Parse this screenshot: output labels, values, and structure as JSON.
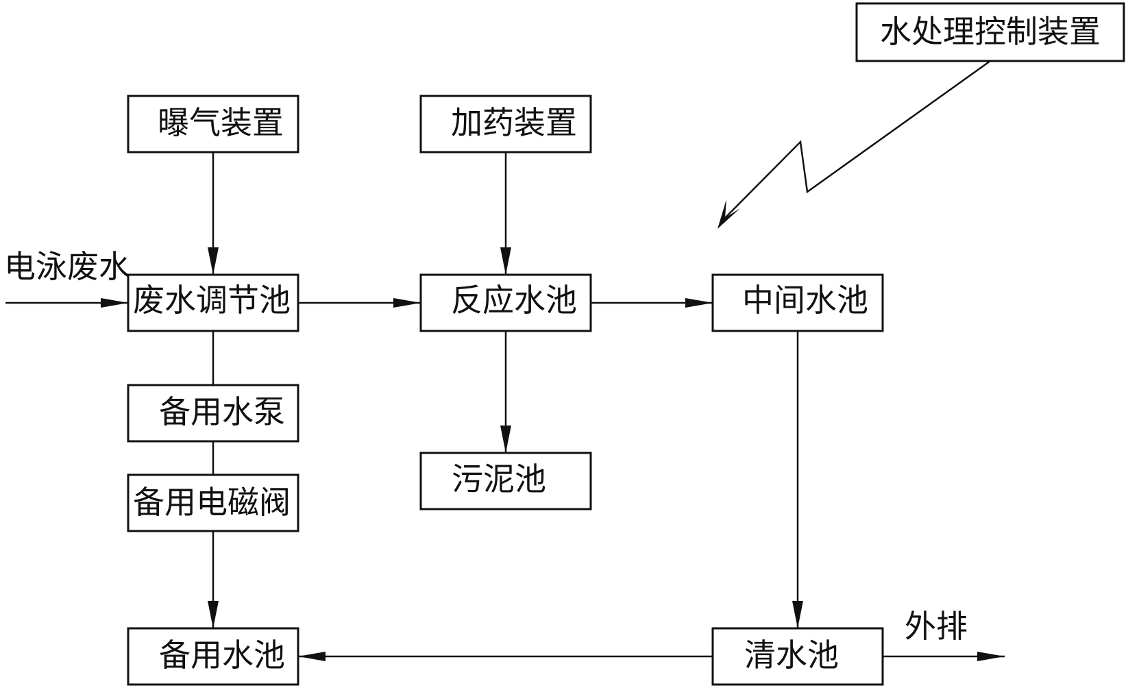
{
  "nodes": {
    "control": "水处理控制装置",
    "aeration": "曝气装置",
    "dosing": "加药装置",
    "regulating_tank": "废水调节池",
    "reaction_tank": "反应水池",
    "intermediate_tank": "中间水池",
    "backup_pump": "备用水泵",
    "backup_valve": "备用电磁阀",
    "sludge_tank": "污泥池",
    "backup_tank": "备用水池",
    "clear_tank": "清水池"
  },
  "edges": {
    "inflow": "电泳废水",
    "outflow": "外排"
  }
}
